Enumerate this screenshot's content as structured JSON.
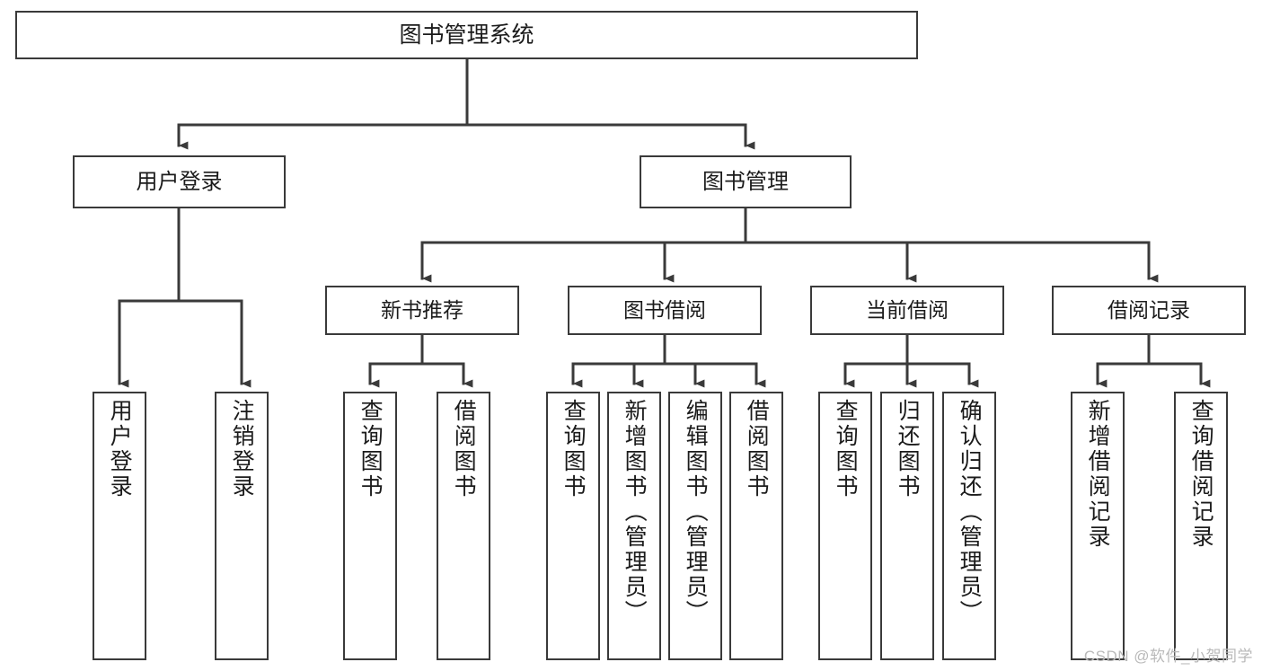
{
  "diagram": {
    "title": "图书管理系统",
    "watermark": "CSDN @软件_小贺同学",
    "root": {
      "label": "图书管理系统"
    },
    "level1": [
      {
        "label": "用户登录"
      },
      {
        "label": "图书管理"
      }
    ],
    "level2": [
      {
        "label": "新书推荐"
      },
      {
        "label": "图书借阅"
      },
      {
        "label": "当前借阅"
      },
      {
        "label": "借阅记录"
      }
    ],
    "leaves": {
      "user_login": [
        {
          "label": "用户登录"
        },
        {
          "label": "注销登录"
        }
      ],
      "new_book_recommend": [
        {
          "label": "查询图书"
        },
        {
          "label": "借阅图书"
        }
      ],
      "book_borrow": [
        {
          "label": "查询图书"
        },
        {
          "label": "新增图书（管理员）"
        },
        {
          "label": "编辑图书（管理员）"
        },
        {
          "label": "借阅图书"
        }
      ],
      "current_borrow": [
        {
          "label": "查询图书"
        },
        {
          "label": "归还图书"
        },
        {
          "label": "确认归还（管理员）"
        }
      ],
      "borrow_records": [
        {
          "label": "新增借阅记录"
        },
        {
          "label": "查询借阅记录"
        }
      ]
    },
    "colors": {
      "stroke": "#3a3a3a",
      "fill": "#ffffff",
      "text": "#1b1b1b",
      "watermark": "#b9b9b9"
    }
  }
}
